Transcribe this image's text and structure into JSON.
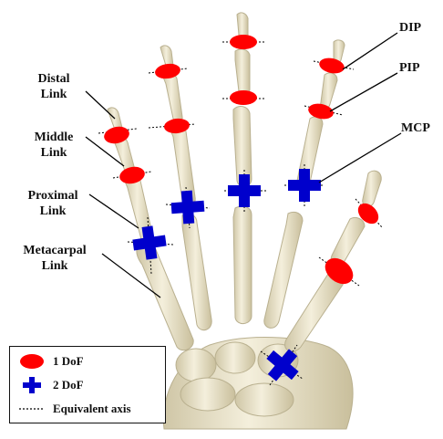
{
  "labels": {
    "distal_link": [
      "Distal",
      "Link"
    ],
    "middle_link": [
      "Middle",
      "Link"
    ],
    "proximal_link": [
      "Proximal",
      "Link"
    ],
    "metacarpal_link": [
      "Metacarpal",
      "Link"
    ],
    "dip": "DIP",
    "pip": "PIP",
    "mcp": "MCP"
  },
  "legend": {
    "one_dof": "1  DoF",
    "two_dof": "2  DoF",
    "axis": "Equivalent axis"
  },
  "colors": {
    "one_dof": "#ff0000",
    "two_dof": "#0000cc",
    "bone_fill": "#ece6cf",
    "bone_stroke": "#b9b08f",
    "leader": "#000000"
  }
}
